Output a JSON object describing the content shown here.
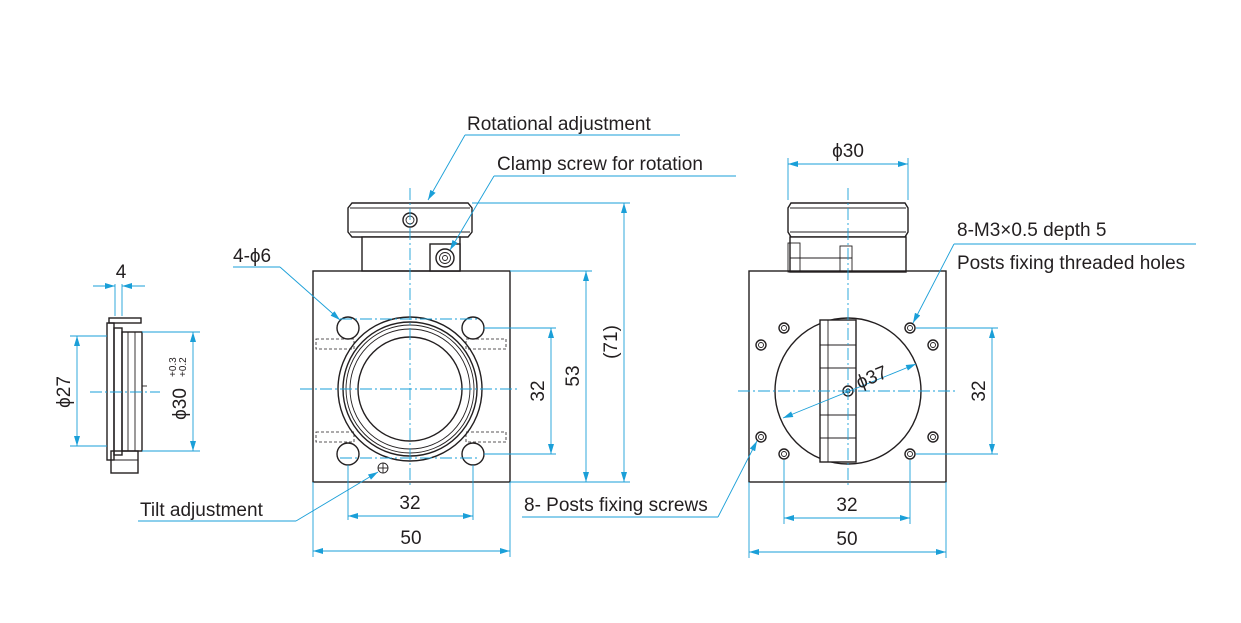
{
  "callouts": {
    "rotational_adjustment": "Rotational adjustment",
    "clamp_screw": "Clamp screw for rotation",
    "holes_4_phi6": "4-ϕ6",
    "tilt_adjustment": "Tilt adjustment",
    "posts_fixing_screws": "8- Posts fixing screws",
    "thread_spec": "8-M3×0.5 depth 5",
    "posts_fixing_threaded_holes": "Posts fixing threaded holes"
  },
  "side_view": {
    "width_dim": "4",
    "diameter_dim": "ϕ27",
    "outer_diameter_dim": "ϕ30",
    "tol_upper": "+0.3",
    "tol_lower": "+0.2"
  },
  "front_view": {
    "hole_pitch_h": "32",
    "hole_pitch_v": "32",
    "width": "50",
    "height": "53",
    "overall_height": "(71)"
  },
  "rear_view": {
    "knob_diameter": "ϕ30",
    "disk_diameter": "ϕ37",
    "hole_pitch_h": "32",
    "hole_pitch_v": "32",
    "width": "50"
  },
  "colors": {
    "line": "#231f20",
    "dimension": "#1a9fd8"
  }
}
